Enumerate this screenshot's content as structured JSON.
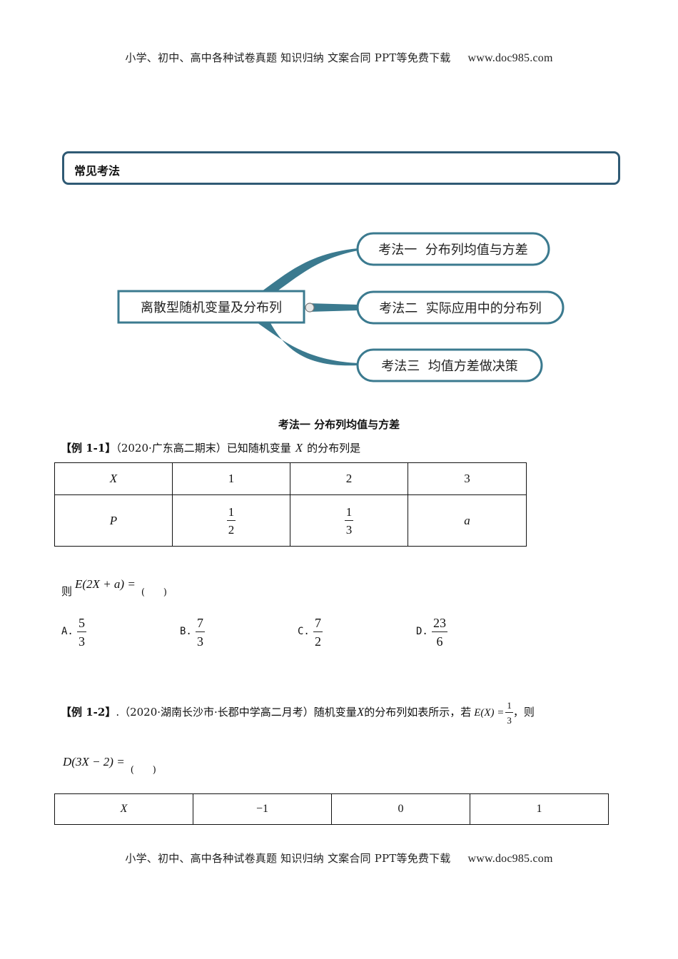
{
  "header": {
    "text": "小学、初中、高中各种试卷真题 知识归纳 文案合同 PPT等免费下载",
    "site": "www.doc985.com"
  },
  "section_box": {
    "title": "常见考法"
  },
  "mindmap": {
    "center": "离散型随机变量及分布列",
    "branches": [
      "考法一  分布列均值与方差",
      "考法二  实际应用中的分布列",
      "考法三  均值方差做决策"
    ],
    "color": "#3b7a8f"
  },
  "section_title": "考法一 分布列均值与方差",
  "example1": {
    "label": "【例 1-1】",
    "source": "（2020·广东高二期末）已知随机变量",
    "var": "X",
    "tail": "的分布列是",
    "table": {
      "row1": [
        "X",
        "1",
        "2",
        "3"
      ],
      "row2_label": "P",
      "fracs": [
        {
          "n": "1",
          "d": "2"
        },
        {
          "n": "1",
          "d": "3"
        }
      ],
      "last": "a"
    },
    "question_pre": "则",
    "question_expr": "E(2X + a) =",
    "paren": "(　　)",
    "options": [
      {
        "label": "A.",
        "n": "5",
        "d": "3"
      },
      {
        "label": "B.",
        "n": "7",
        "d": "3"
      },
      {
        "label": "C.",
        "n": "7",
        "d": "2"
      },
      {
        "label": "D.",
        "n": "23",
        "d": "6"
      }
    ]
  },
  "example2": {
    "label": "【例 1-2】",
    "text": ".（2020·湖南长沙市·长郡中学高二月考）随机变量",
    "var": "X",
    "text2": "的分布列如表所示，若",
    "cond_expr": "E(X) =",
    "cond_frac": {
      "n": "1",
      "d": "3"
    },
    "text3": "，则",
    "question_expr": "D(3X − 2) =",
    "paren": "(　　)",
    "table_row": [
      "X",
      "−1",
      "0",
      "1"
    ]
  },
  "footer": {
    "text": "小学、初中、高中各种试卷真题 知识归纳 文案合同 PPT等免费下载",
    "site": "www.doc985.com"
  }
}
